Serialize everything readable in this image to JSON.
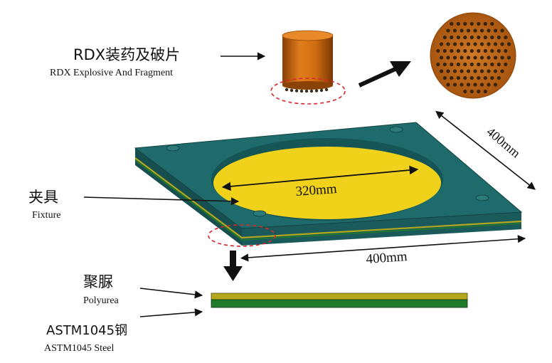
{
  "labels": {
    "rdx_cn": "RDX装药及破片",
    "rdx_en": "RDX  Explosive And Fragment",
    "fixture_cn": "夹具",
    "fixture_en": "Fixture",
    "polyurea_cn": "聚脲",
    "polyurea_en": "Polyurea",
    "steel_cn": "ASTM1045钢",
    "steel_en": "ASTM1045 Steel"
  },
  "dimensions": {
    "inner_diameter": "320mm",
    "side_right": "400mm",
    "side_bottom": "400mm"
  },
  "colors": {
    "charge": "#c8650f",
    "fixture_top": "#1f6b6b",
    "fixture_side": "#174f50",
    "yellow": "#f0d21a",
    "polyurea": "#b3a81c",
    "steel": "#1f7a2a",
    "dashed_circle": "#d9262b"
  }
}
